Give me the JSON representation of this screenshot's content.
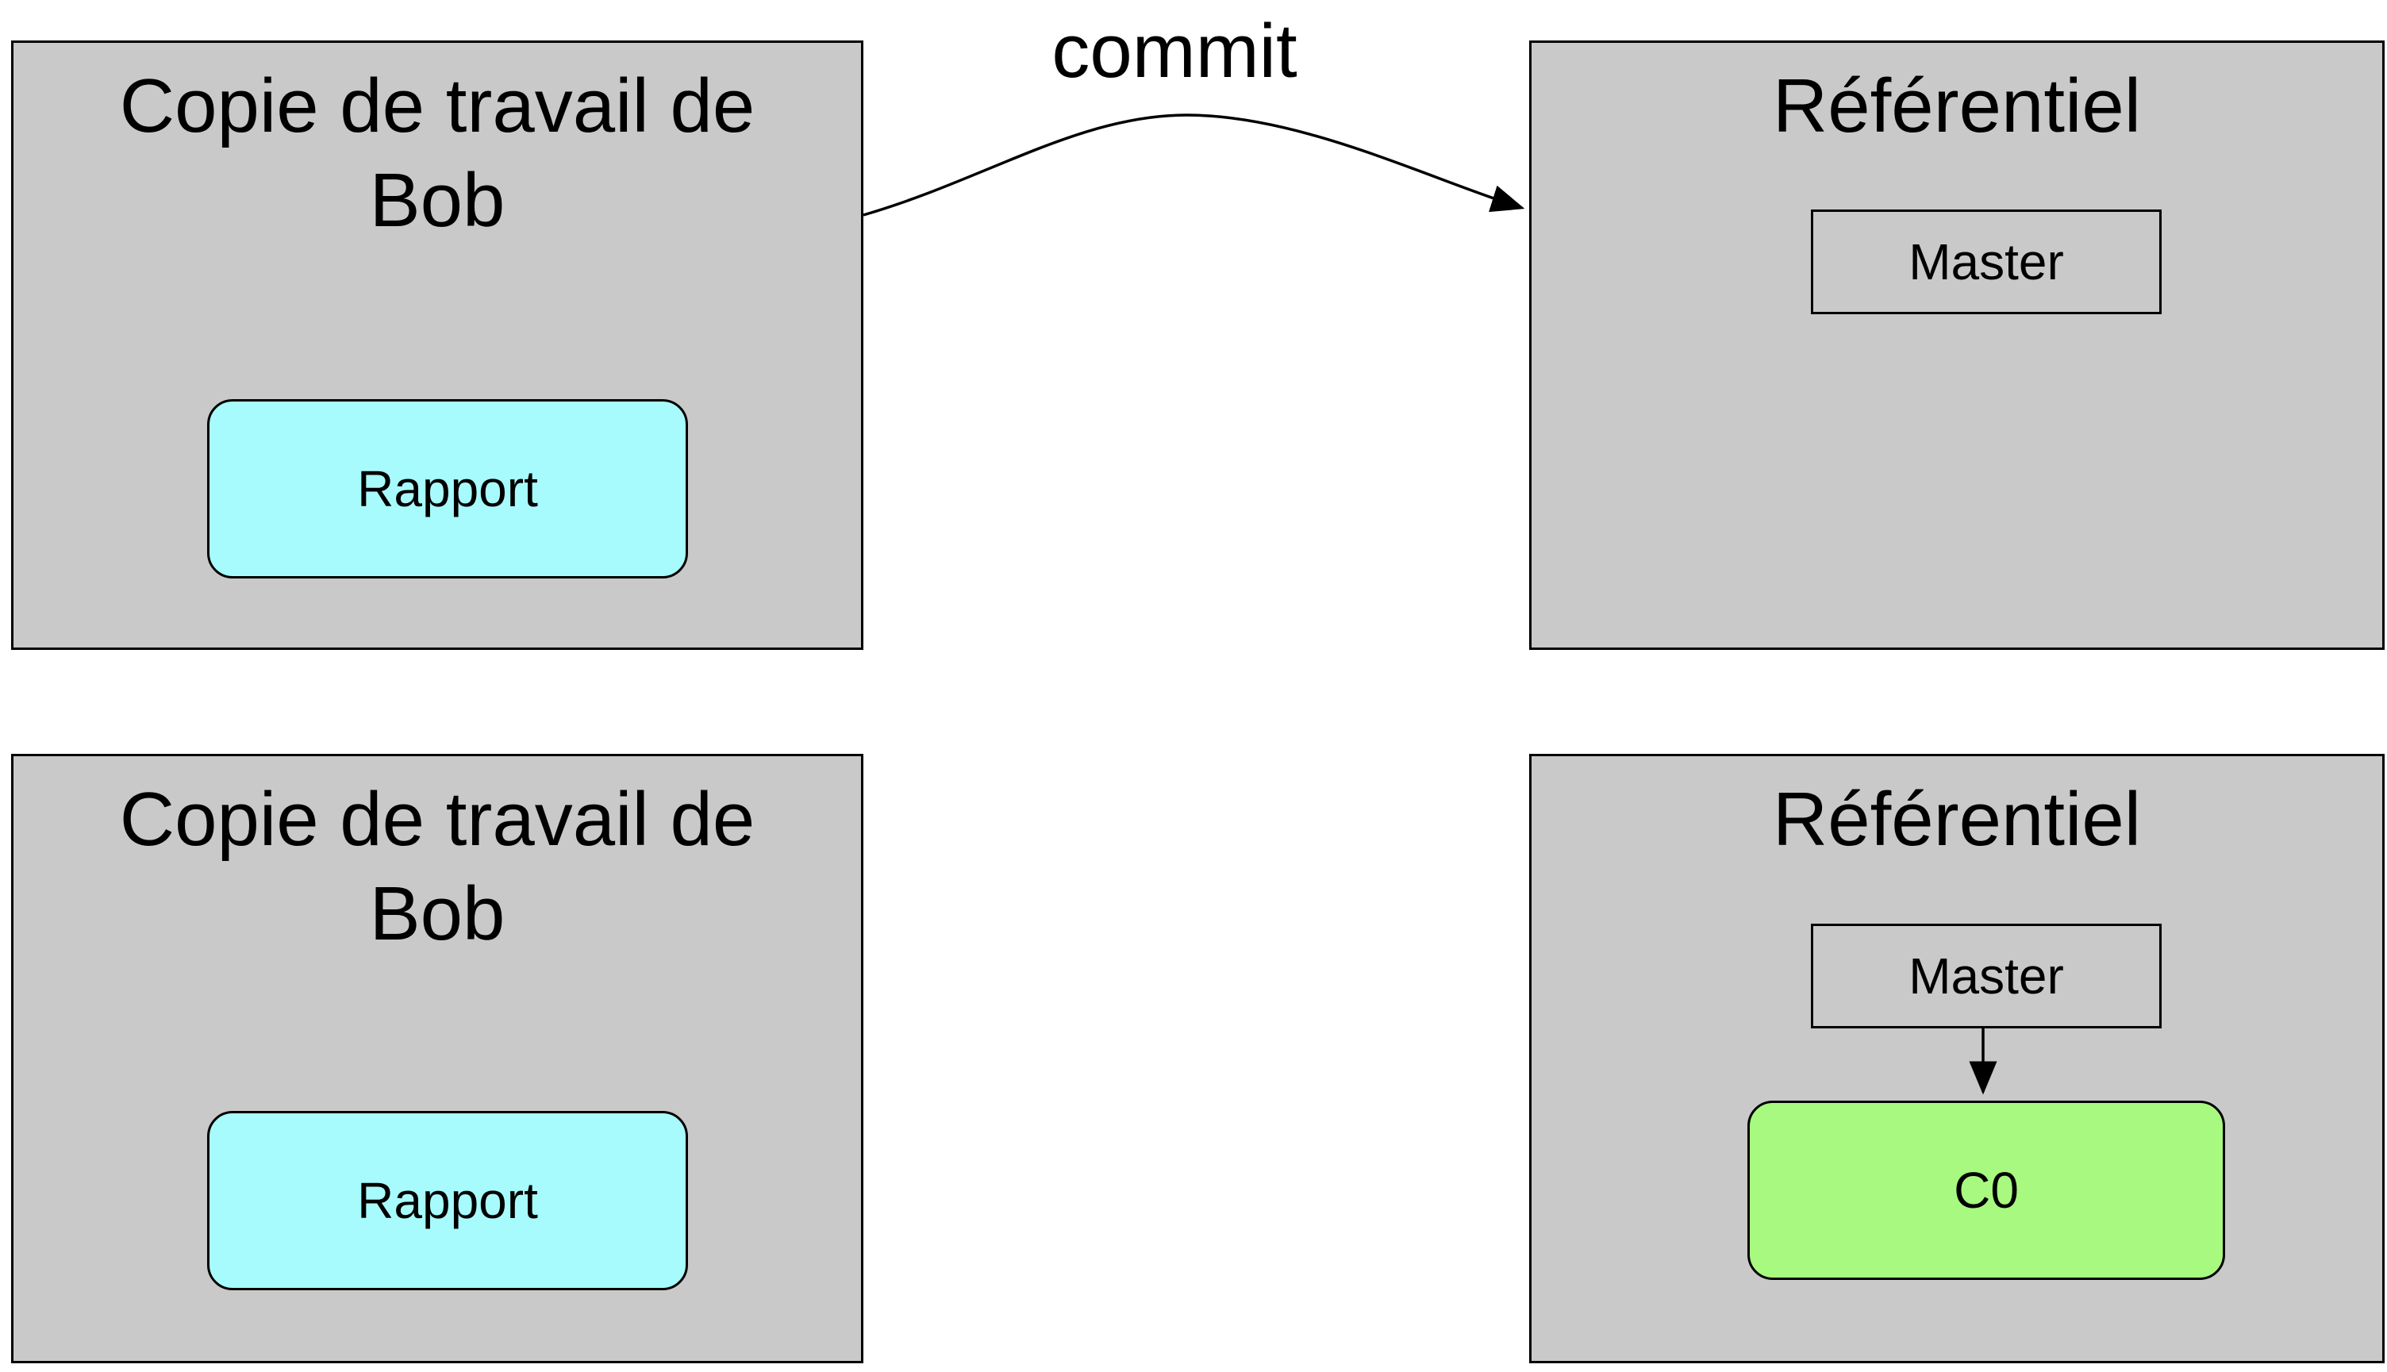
{
  "colors": {
    "panel_fill": "#c9c9c9",
    "file_fill": "#a8fbfc",
    "commit_fill": "#a8f97f",
    "stroke": "#000000",
    "background": "#ffffff"
  },
  "top_row": {
    "working_copy": {
      "title": "Copie de travail de\nBob",
      "file_label": "Rapport"
    },
    "action_label": "commit",
    "repository": {
      "title": "Référentiel",
      "branch_label": "Master"
    }
  },
  "bottom_row": {
    "working_copy": {
      "title": "Copie de travail de\nBob",
      "file_label": "Rapport"
    },
    "repository": {
      "title": "Référentiel",
      "branch_label": "Master",
      "commit_label": "C0"
    }
  }
}
